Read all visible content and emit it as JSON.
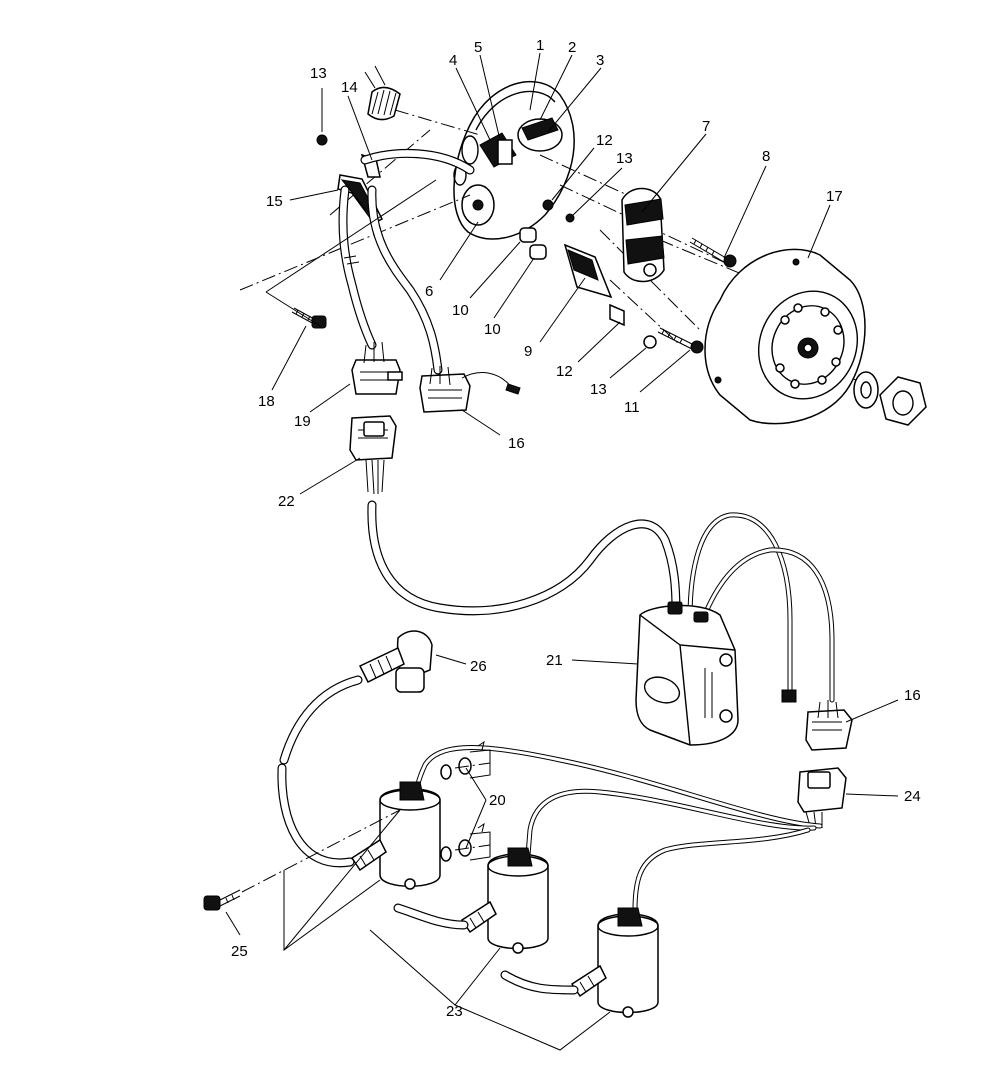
{
  "callouts": [
    {
      "id": "1",
      "text": "1"
    },
    {
      "id": "2",
      "text": "2"
    },
    {
      "id": "3",
      "text": "3"
    },
    {
      "id": "4",
      "text": "4"
    },
    {
      "id": "5",
      "text": "5"
    },
    {
      "id": "6",
      "text": "6"
    },
    {
      "id": "7",
      "text": "7"
    },
    {
      "id": "8",
      "text": "8"
    },
    {
      "id": "9",
      "text": "9"
    },
    {
      "id": "10a",
      "text": "10"
    },
    {
      "id": "10b",
      "text": "10"
    },
    {
      "id": "11",
      "text": "11"
    },
    {
      "id": "12a",
      "text": "12"
    },
    {
      "id": "12b",
      "text": "12"
    },
    {
      "id": "13a",
      "text": "13"
    },
    {
      "id": "13b",
      "text": "13"
    },
    {
      "id": "13c",
      "text": "13"
    },
    {
      "id": "14",
      "text": "14"
    },
    {
      "id": "15",
      "text": "15"
    },
    {
      "id": "16a",
      "text": "16"
    },
    {
      "id": "16b",
      "text": "16"
    },
    {
      "id": "17",
      "text": "17"
    },
    {
      "id": "18",
      "text": "18"
    },
    {
      "id": "19",
      "text": "19"
    },
    {
      "id": "20",
      "text": "20"
    },
    {
      "id": "21",
      "text": "21"
    },
    {
      "id": "22",
      "text": "22"
    },
    {
      "id": "23",
      "text": "23"
    },
    {
      "id": "24",
      "text": "24"
    },
    {
      "id": "25",
      "text": "25"
    },
    {
      "id": "26",
      "text": "26"
    }
  ]
}
